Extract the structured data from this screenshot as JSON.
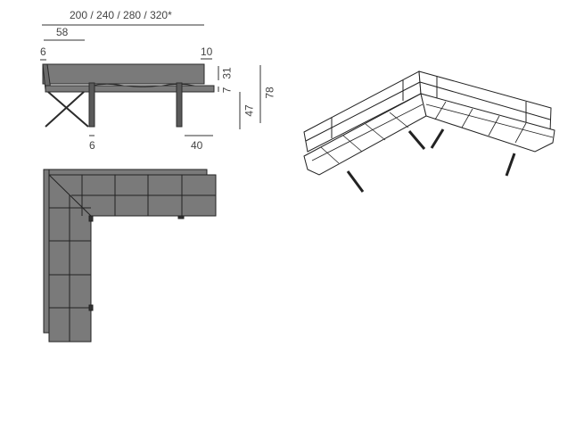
{
  "side_view": {
    "overall_width": "200 / 240 / 280 / 320*",
    "seat_depth": "58",
    "back_thickness_left": "6",
    "right_offset": "10",
    "back_height": "31",
    "seat_thickness": "7",
    "seat_height": "47",
    "total_height": "78",
    "leg_width": "6",
    "leg_offset": "40"
  },
  "views": {
    "side": "side-elevation",
    "plan": "plan-view-corner",
    "iso": "isometric-corner-bench"
  },
  "colors": {
    "fill": "#7a7a7a",
    "stroke": "#2b2b2b",
    "dim_line": "#333333"
  }
}
